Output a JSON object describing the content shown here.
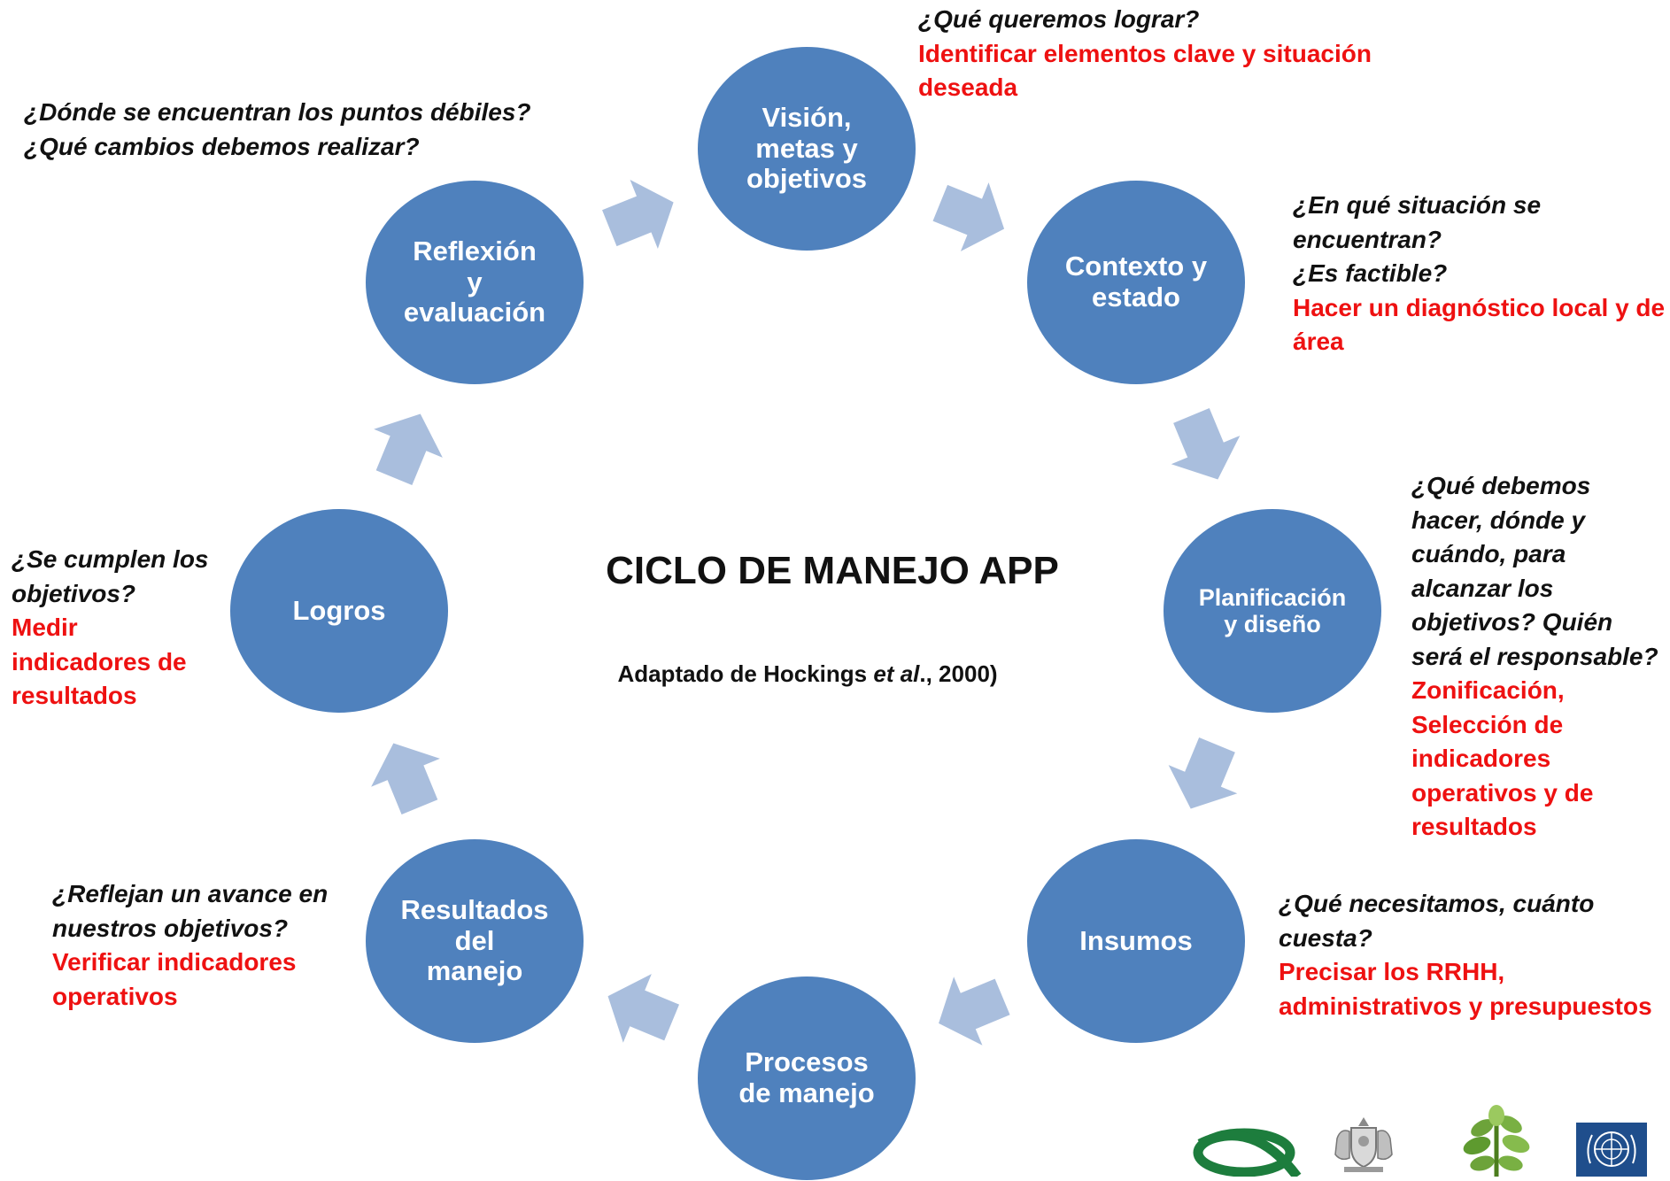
{
  "diagram": {
    "title": "CICLO DE MANEJO APP",
    "subtitle_before": "Adaptado de Hockings ",
    "subtitle_italic": "et al",
    "subtitle_after": "., 2000)",
    "colors": {
      "node_fill": "#4f81bd",
      "arrow_fill": "#a9bedd",
      "question_text": "#111111",
      "answer_text": "#ee1111"
    },
    "nodes": [
      {
        "id": "vision",
        "label": "Visión,\nmetas y\nobjetivos"
      },
      {
        "id": "contexto",
        "label": "Contexto y\nestado"
      },
      {
        "id": "planificacion",
        "label": "Planificación\ny diseño"
      },
      {
        "id": "insumos",
        "label": "Insumos"
      },
      {
        "id": "procesos",
        "label": "Procesos\nde manejo"
      },
      {
        "id": "resultados",
        "label": "Resultados\ndel\nmanejo"
      },
      {
        "id": "logros",
        "label": "Logros"
      },
      {
        "id": "reflexion",
        "label": "Reflexión\ny\nevaluación"
      }
    ],
    "notes": [
      {
        "id": "vision",
        "question": "¿Qué queremos lograr?",
        "answer": "Identificar elementos clave y situación\ndeseada"
      },
      {
        "id": "contexto",
        "question": "¿En qué situación se\nencuentran?\n¿Es factible?",
        "answer": "Hacer un diagnóstico local y de\nárea"
      },
      {
        "id": "planificacion",
        "question": "¿Qué debemos\nhacer, dónde y\ncuándo, para\nalcanzar los\nobjetivos? Quién\nserá el responsable?",
        "answer": "Zonificación,\nSelección de\nindicadores\noperativos y de\nresultados"
      },
      {
        "id": "insumos",
        "question": "¿Qué necesitamos, cuánto\ncuesta?",
        "answer": "Precisar los RRHH,\nadministrativos y presupuestos"
      },
      {
        "id": "resultados",
        "question": "¿Reflejan un avance en\nnuestros objetivos?",
        "answer": "Verificar indicadores\noperativos"
      },
      {
        "id": "logros",
        "question": "¿Se cumplen los\nobjetivos?",
        "answer": "Medir\nindicadores de\nresultados"
      },
      {
        "id": "reflexion",
        "question": "¿Dónde se encuentran los puntos débiles?\n¿Qué cambios debemos realizar?",
        "answer": ""
      }
    ],
    "arrows": [
      {
        "from": "reflexion",
        "to": "vision"
      },
      {
        "from": "vision",
        "to": "contexto"
      },
      {
        "from": "contexto",
        "to": "planificacion"
      },
      {
        "from": "planificacion",
        "to": "insumos"
      },
      {
        "from": "insumos",
        "to": "procesos"
      },
      {
        "from": "procesos",
        "to": "resultados"
      },
      {
        "from": "resultados",
        "to": "logros"
      },
      {
        "from": "logros",
        "to": "reflexion"
      }
    ],
    "logos": [
      {
        "id": "green-ring-logo",
        "icon": "green-ring-logo"
      },
      {
        "id": "coat-of-arms-logo",
        "icon": "coat-of-arms-logo"
      },
      {
        "id": "plant-logo",
        "icon": "plant-logo"
      },
      {
        "id": "un-emblem-logo",
        "icon": "un-emblem-logo"
      }
    ]
  }
}
